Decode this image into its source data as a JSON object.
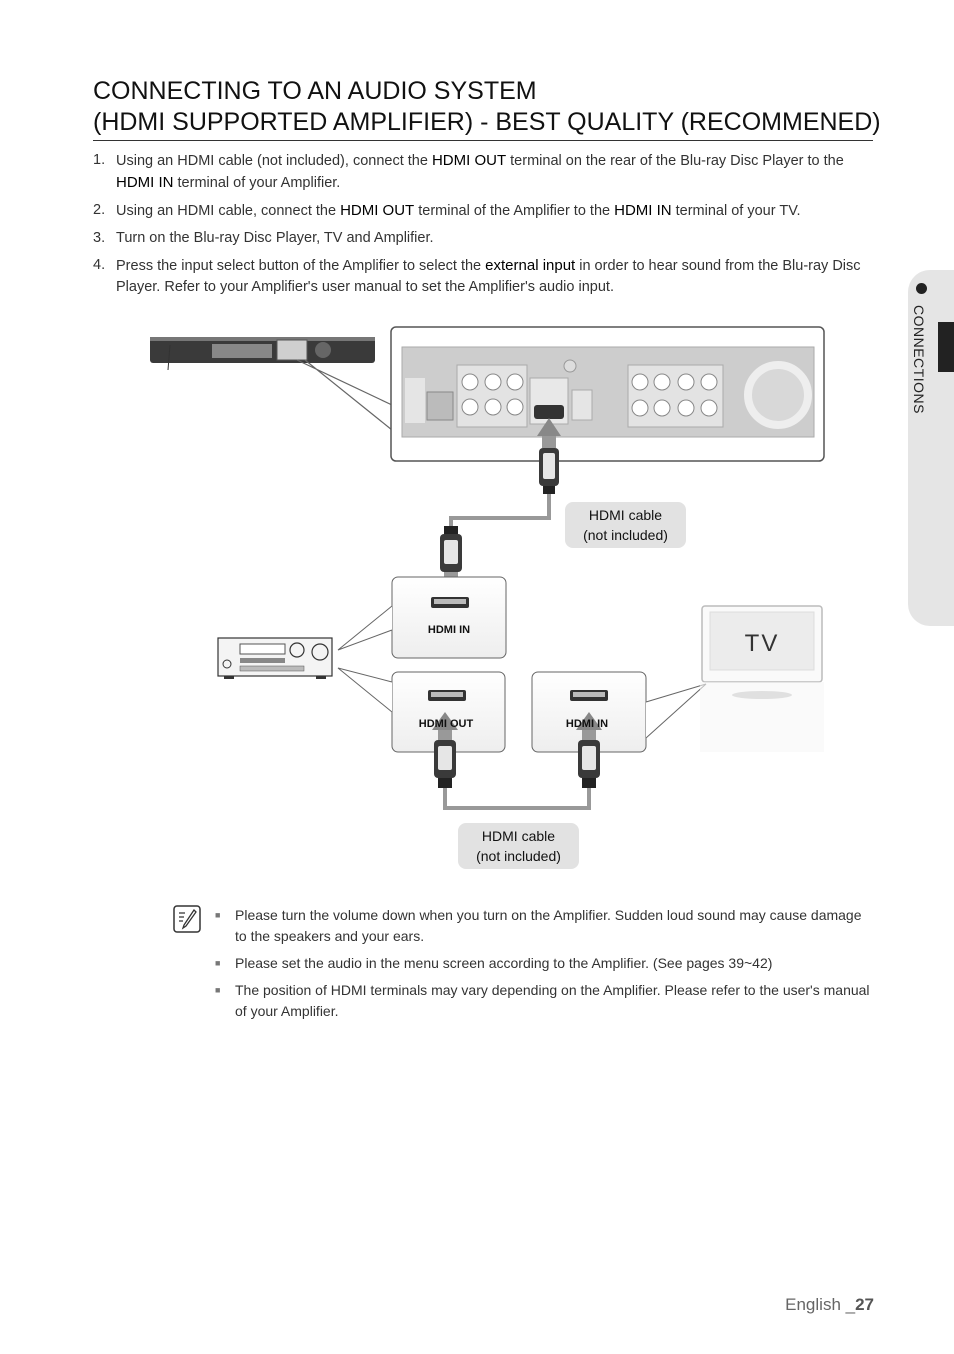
{
  "title": {
    "line1": "CONNECTING TO AN AUDIO SYSTEM",
    "line2": "(HDMI SUPPORTED AMPLIFIER) - BEST QUALITY (RECOMMENED)"
  },
  "steps": [
    {
      "num": "1.",
      "parts": [
        "Using an HDMI cable (not included), connect the ",
        "HDMI OUT",
        " terminal on the rear of the Blu-ray Disc Player to the ",
        "HDMI IN",
        " terminal of your Amplifier."
      ]
    },
    {
      "num": "2.",
      "parts": [
        "Using an HDMI cable, connect the ",
        "HDMI OUT",
        " terminal of the Amplifier to the ",
        "HDMI IN",
        " terminal of your TV."
      ]
    },
    {
      "num": "3.",
      "parts": [
        "Turn on the Blu-ray Disc Player, TV and Amplifier."
      ]
    },
    {
      "num": "4.",
      "parts": [
        "Press the input select button of the Amplifier to select the ",
        "external input",
        " in order to hear sound from the Blu-ray Disc Player. Refer to your Amplifier's user manual to set the Amplifier's audio input."
      ]
    }
  ],
  "sidetab": {
    "label": "CONNECTIONS"
  },
  "diagram": {
    "callout_top": {
      "line1": "HDMI cable",
      "line2": "(not included)"
    },
    "callout_bottom": {
      "line1": "HDMI cable",
      "line2": "(not included)"
    },
    "amp_in_label": "HDMI IN",
    "amp_out_label": "HDMI OUT",
    "tv_in_label": "HDMI IN",
    "tv_screen_label": "TV"
  },
  "notes": [
    "Please turn the volume down when you turn on the Amplifier. Sudden loud sound may cause damage to the speakers and your ears.",
    "Please set the audio in the menu screen according to the Amplifier. (See pages 39~42)",
    "The position of HDMI terminals may vary depending on the Amplifier. Please refer to the user's manual of your Amplifier."
  ],
  "footer": {
    "lang": "English _",
    "page": "27"
  }
}
